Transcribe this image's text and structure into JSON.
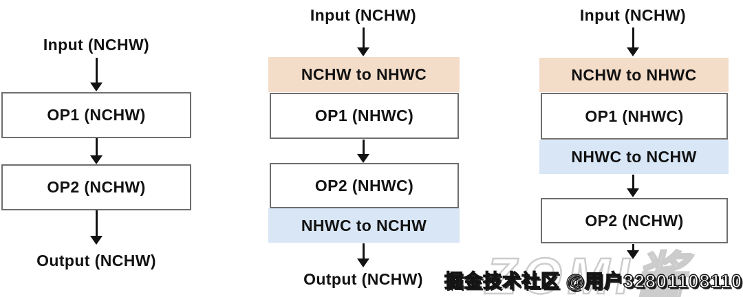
{
  "diagram": {
    "title_hint": "NCHW vs NHWC layout transform pipelines",
    "columns": [
      {
        "name": "all-nchw-pipeline",
        "input_label": "Input (NCHW)",
        "output_label": "Output (NCHW)",
        "nodes": [
          {
            "type": "op",
            "label": "OP1 (NCHW)"
          },
          {
            "type": "op",
            "label": "OP2 (NCHW)"
          }
        ]
      },
      {
        "name": "nhwc-wrapped-pipeline",
        "input_label": "Input (NCHW)",
        "output_label": "Output (NCHW)",
        "nodes": [
          {
            "type": "convert",
            "color": "pink",
            "label": "NCHW to NHWC"
          },
          {
            "type": "op",
            "label": "OP1 (NHWC)"
          },
          {
            "type": "op",
            "label": "OP2 (NHWC)"
          },
          {
            "type": "convert",
            "color": "blue",
            "label": "NHWC to NCHW"
          }
        ]
      },
      {
        "name": "mixed-layout-pipeline",
        "input_label": "Input (NCHW)",
        "nodes": [
          {
            "type": "convert",
            "color": "pink",
            "label": "NCHW to NHWC"
          },
          {
            "type": "op",
            "label": "OP1 (NHWC)"
          },
          {
            "type": "convert",
            "color": "blue",
            "label": "NHWC to NCHW"
          },
          {
            "type": "op",
            "label": "OP2 (NCHW)"
          }
        ]
      }
    ]
  },
  "colors": {
    "convert_pink": "#f3dcc8",
    "convert_blue": "#d8e6f5",
    "box_border": "#6e6e6e",
    "ink": "#121212"
  },
  "watermarks": {
    "logo": "ZOMI酱",
    "site_credit": "掘金技术社区 @用户32801108110"
  }
}
